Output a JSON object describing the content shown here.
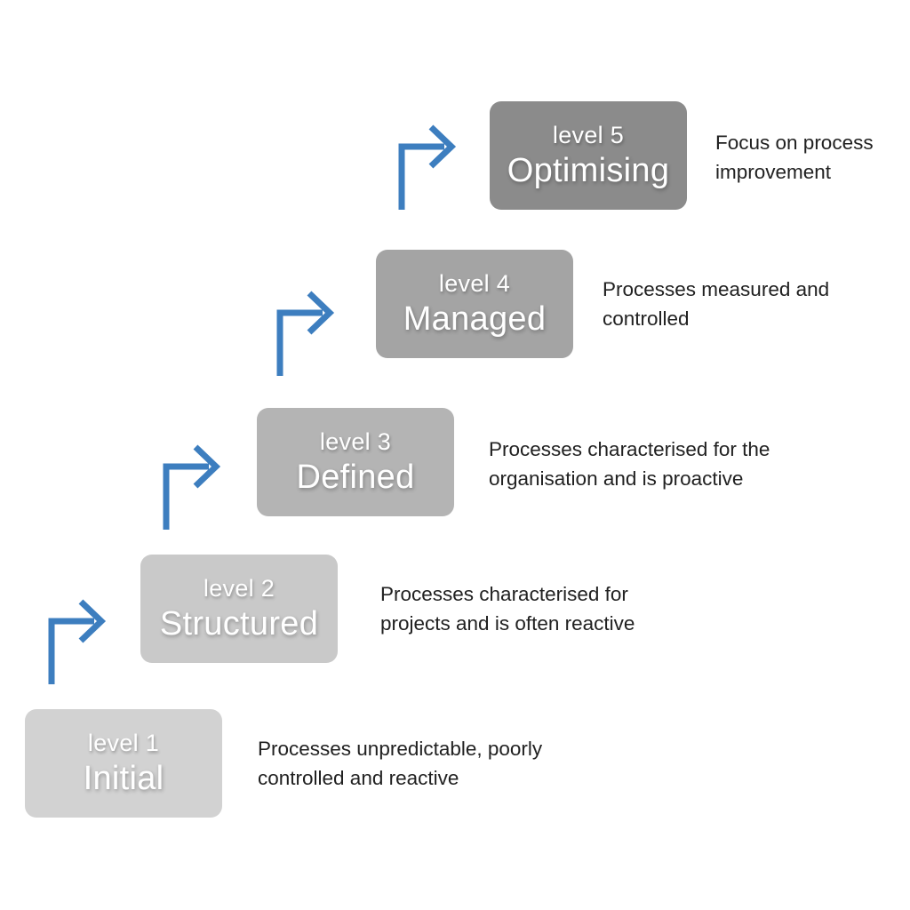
{
  "diagram": {
    "type": "maturity-staircase",
    "levels": [
      {
        "level_label": "level 1",
        "name": "Initial",
        "box_color": "#d2d2d2",
        "desc_lines": [
          "Processes unpredictable, poorly",
          "controlled and reactive"
        ]
      },
      {
        "level_label": "level 2",
        "name": "Structured",
        "box_color": "#c9c9c9",
        "desc_lines": [
          "Processes characterised for",
          "projects and is often reactive"
        ]
      },
      {
        "level_label": "level 3",
        "name": "Defined",
        "box_color": "#b4b4b4",
        "desc_lines": [
          "Processes characterised for the",
          "organisation and is proactive"
        ]
      },
      {
        "level_label": "level 4",
        "name": "Managed",
        "box_color": "#a4a4a4",
        "desc_lines": [
          "Processes measured and",
          "controlled"
        ]
      },
      {
        "level_label": "level 5",
        "name": "Optimising",
        "box_color": "#8b8b8b",
        "desc_lines": [
          "Focus on process",
          "improvement"
        ]
      }
    ],
    "arrow_color": "#3d7ebf",
    "text_color": "#212121",
    "box_text_color": "#ffffff"
  }
}
